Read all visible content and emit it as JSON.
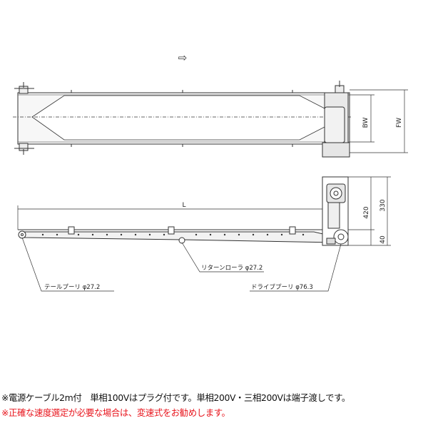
{
  "direction_arrow": "⇨",
  "dimensions": {
    "bw": "BW",
    "fw": "FW",
    "length": "L",
    "height_330": "330",
    "height_420": "420",
    "height_40": "40"
  },
  "callouts": {
    "tail_pulley": "テールプーリ φ27.2",
    "return_roller": "リターンローラ φ27.2",
    "drive_pulley": "ドライブプーリ φ76.3"
  },
  "notes": {
    "line1": "※電源ケーブル2m付　単相100Vはプラグ付です。単相200V・三相200Vは端子渡しです。",
    "line2": "※正確な速度選定が必要な場合は、変速式をお勧めします。"
  },
  "colors": {
    "line": "#333333",
    "frame_fill": "#f2f2f2",
    "motor_fill": "#e6e6e6",
    "note_red": "#e8141c"
  }
}
